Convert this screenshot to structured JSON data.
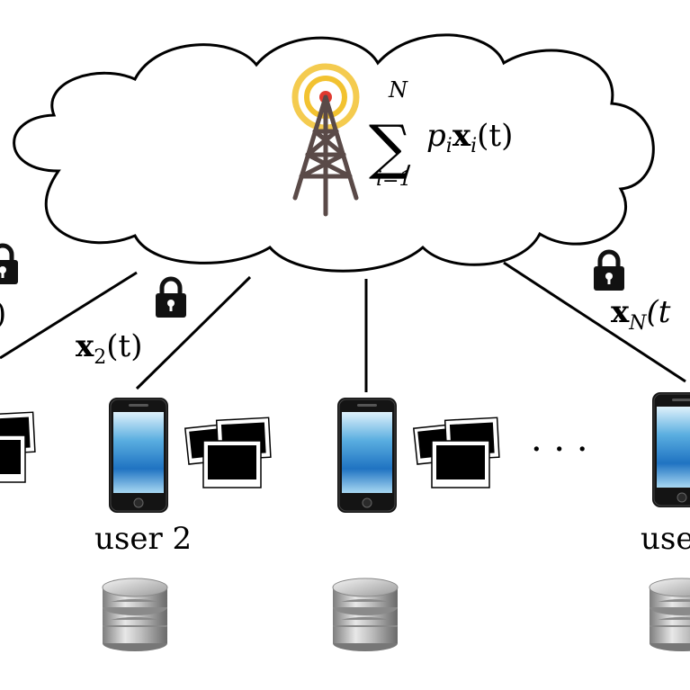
{
  "formula": {
    "sum_upper": "N",
    "sum_lower": "i=1",
    "sum_symbol": "∑",
    "term_p": "p",
    "term_p_sub": "i",
    "term_x": "x",
    "term_x_sub": "i",
    "term_arg": "(t)"
  },
  "links": {
    "label_2_x": "x",
    "label_2_sub": "2",
    "label_2_arg": "(t)",
    "label_N_x": "x",
    "label_N_sub": "N",
    "label_N_arg": "(t",
    "label_1_partial": ")"
  },
  "users": {
    "user2_label": "user 2",
    "userN_label_partial": "use",
    "ellipsis": "· · ·"
  },
  "colors": {
    "stroke": "#000000",
    "tower": "#5a4a48",
    "signal_ring": "#f2c230",
    "signal_dot": "#e03a30",
    "lock": "#111111"
  },
  "icons": {
    "tower": "radio-tower-icon",
    "lock": "padlock-icon",
    "phone": "smartphone-icon",
    "photos": "photo-stack-icon",
    "database": "database-icon"
  }
}
